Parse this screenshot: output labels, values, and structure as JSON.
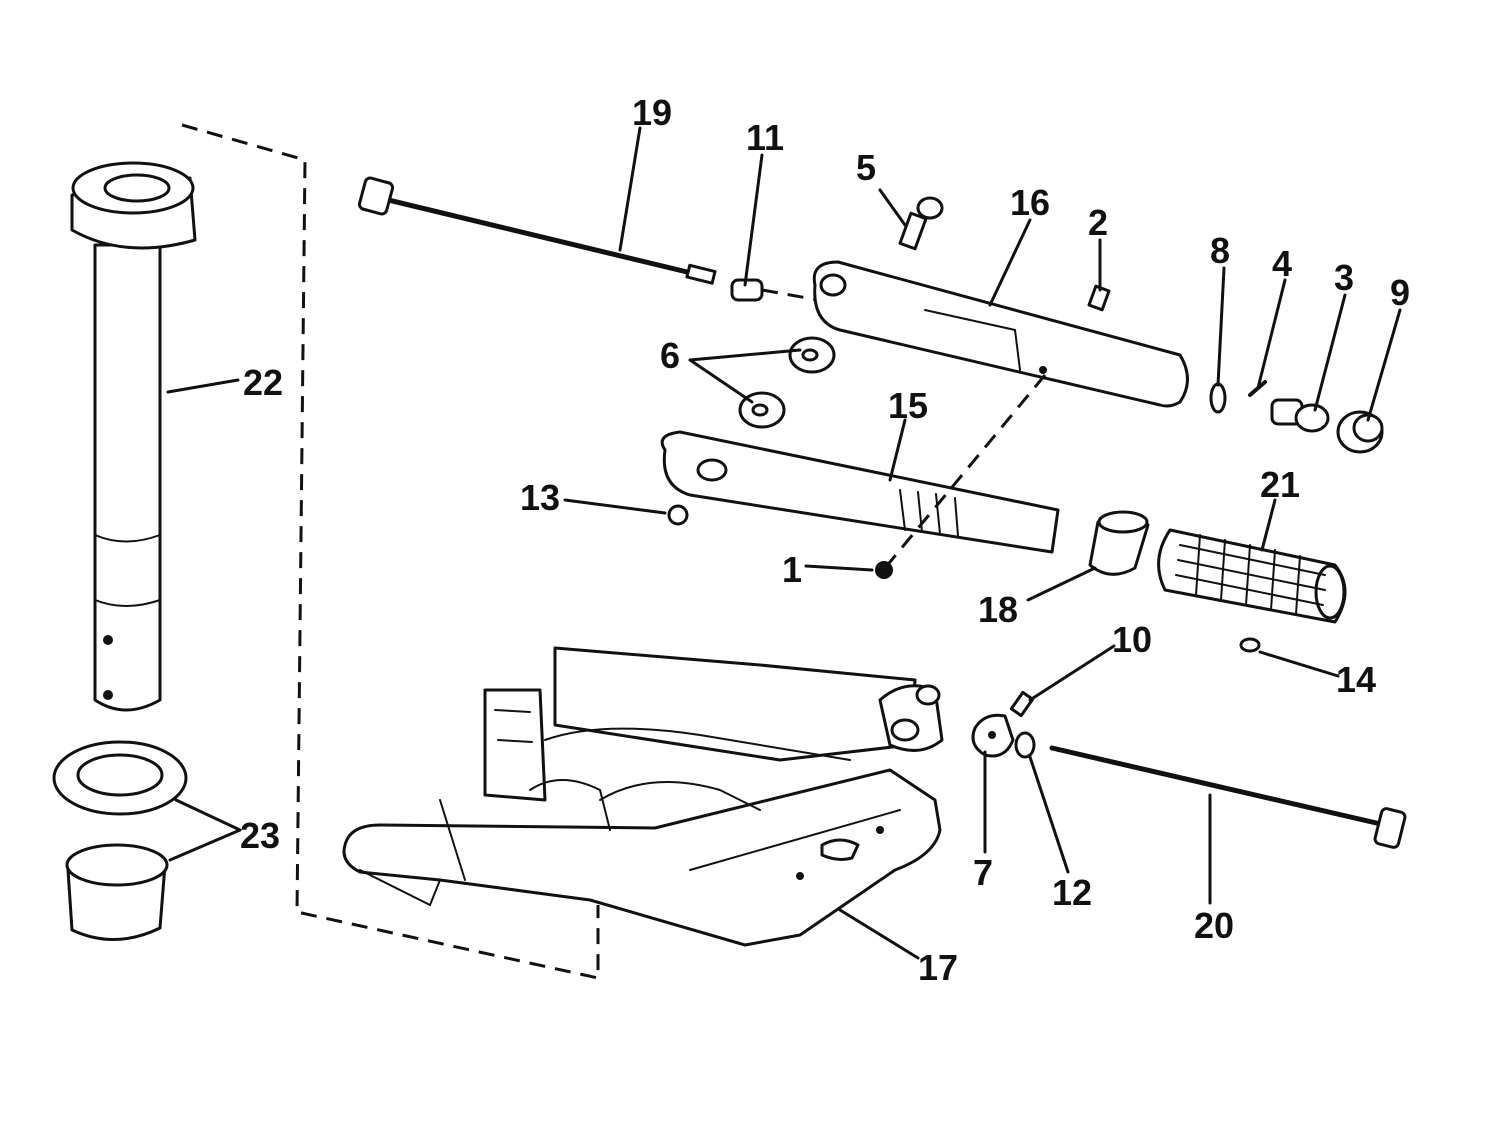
{
  "diagram": {
    "line_color": "#111111",
    "background": "#ffffff",
    "callouts": [
      "1",
      "2",
      "3",
      "4",
      "5",
      "6",
      "7",
      "8",
      "9",
      "10",
      "11",
      "12",
      "13",
      "14",
      "15",
      "16",
      "17",
      "18",
      "19",
      "20",
      "21",
      "22",
      "23"
    ]
  }
}
